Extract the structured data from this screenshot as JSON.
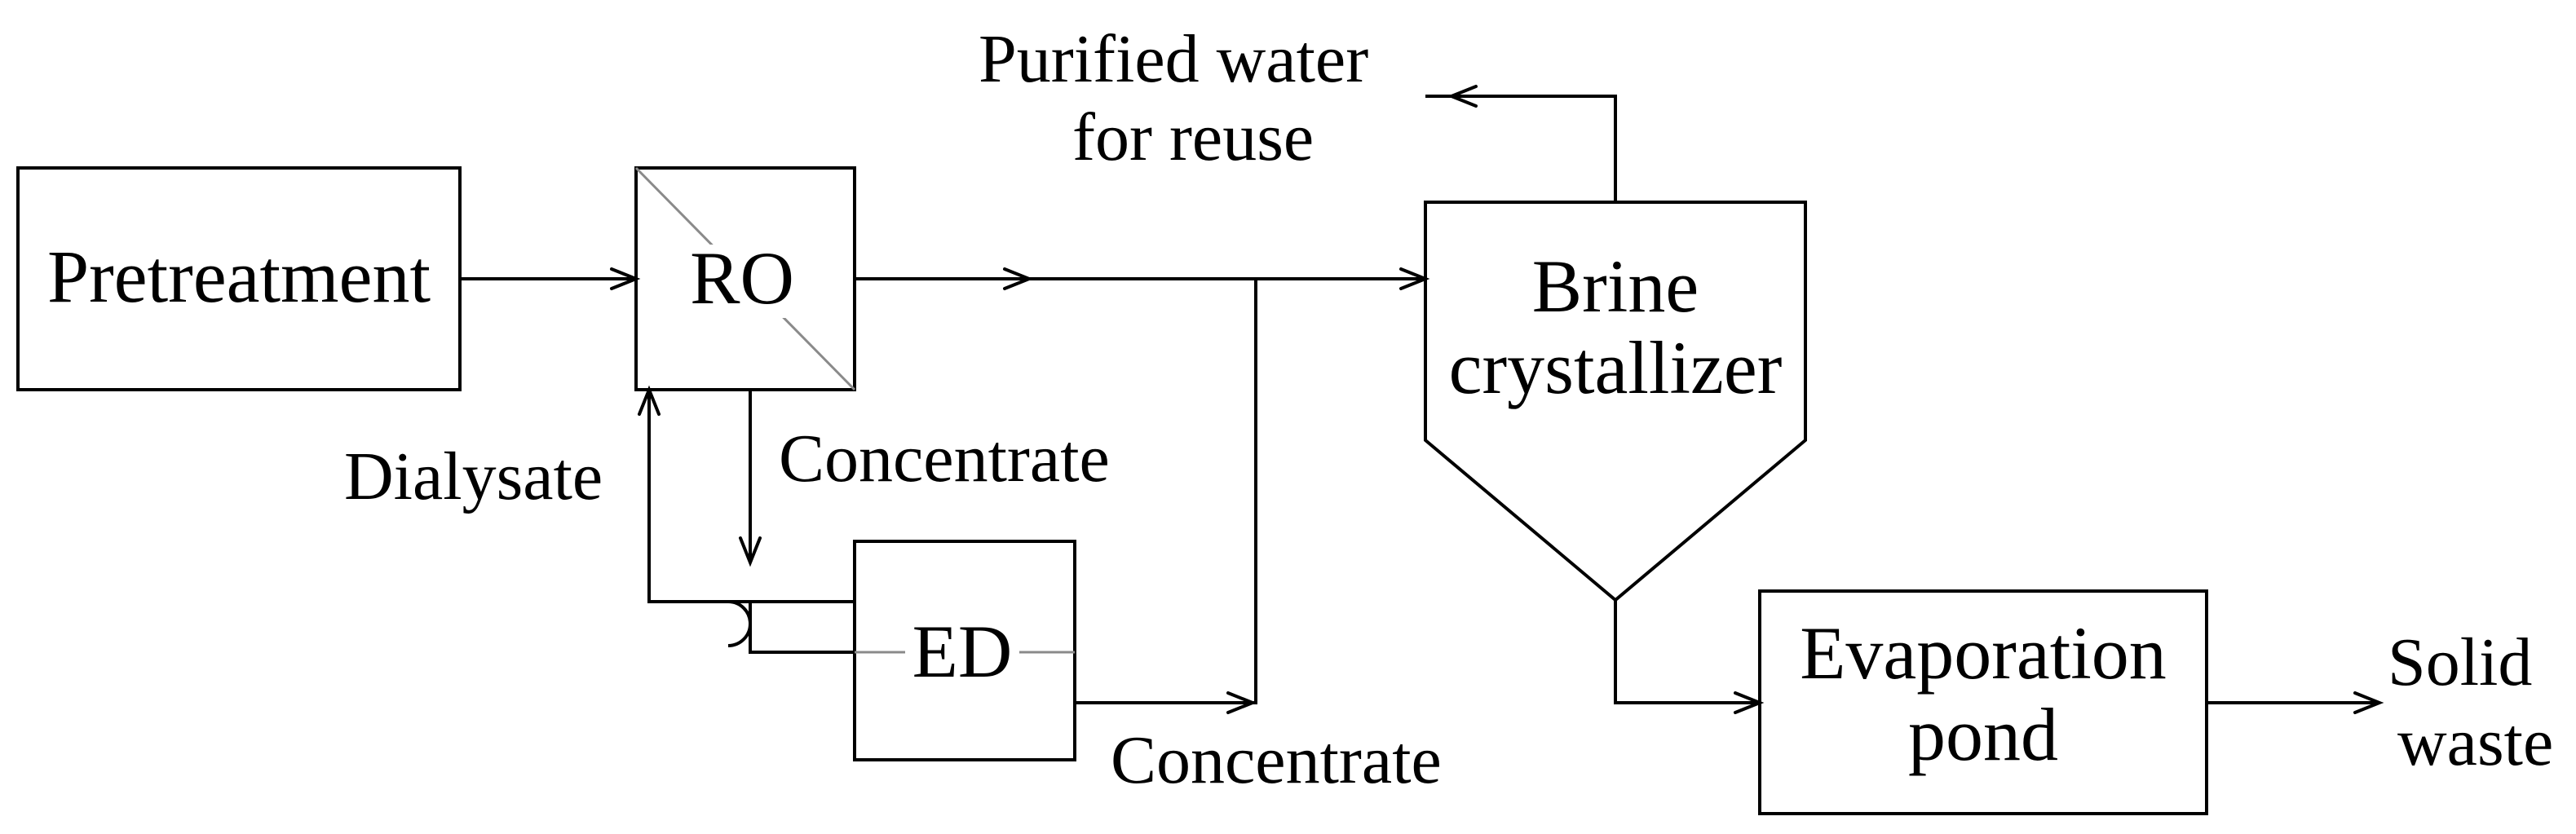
{
  "diagram": {
    "units": {
      "pretreatment": "Pretreatment",
      "ro": "RO",
      "ed": "ED",
      "crystallizer_line1": "Brine",
      "crystallizer_line2": "crystallizer",
      "pond_line1": "Evaporation",
      "pond_line2": "pond"
    },
    "streams": {
      "purified_line1": "Purified water",
      "purified_line2": "for reuse",
      "dialysate": "Dialysate",
      "concentrate_ro": "Concentrate",
      "concentrate_ed": "Concentrate",
      "solid_line1": "Solid",
      "solid_line2": "waste"
    }
  }
}
